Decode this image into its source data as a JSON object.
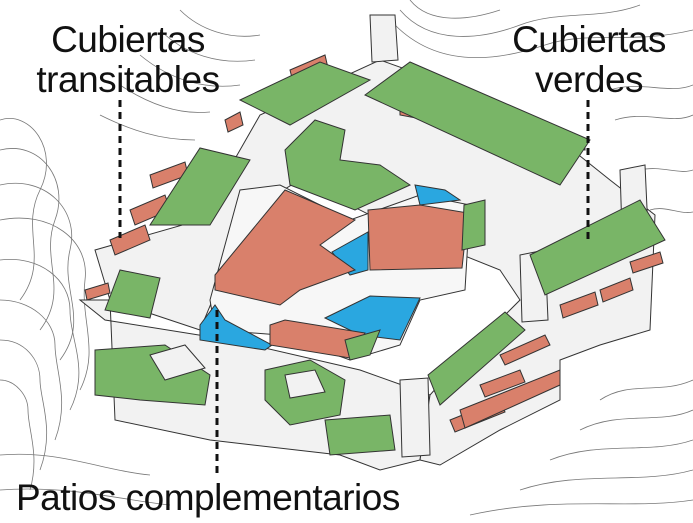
{
  "labels": {
    "transitables": {
      "line1": "Cubiertas",
      "line2": "transitables"
    },
    "verdes": {
      "line1": "Cubiertas",
      "line2": "verdes"
    },
    "patios": "Patios complementarios"
  },
  "legend_colors": {
    "green_roof": "#79b567",
    "walkable_roof": "#d9806b",
    "patio": "#2aa7e0",
    "building": "#f2f2f2",
    "outline": "#333333"
  }
}
